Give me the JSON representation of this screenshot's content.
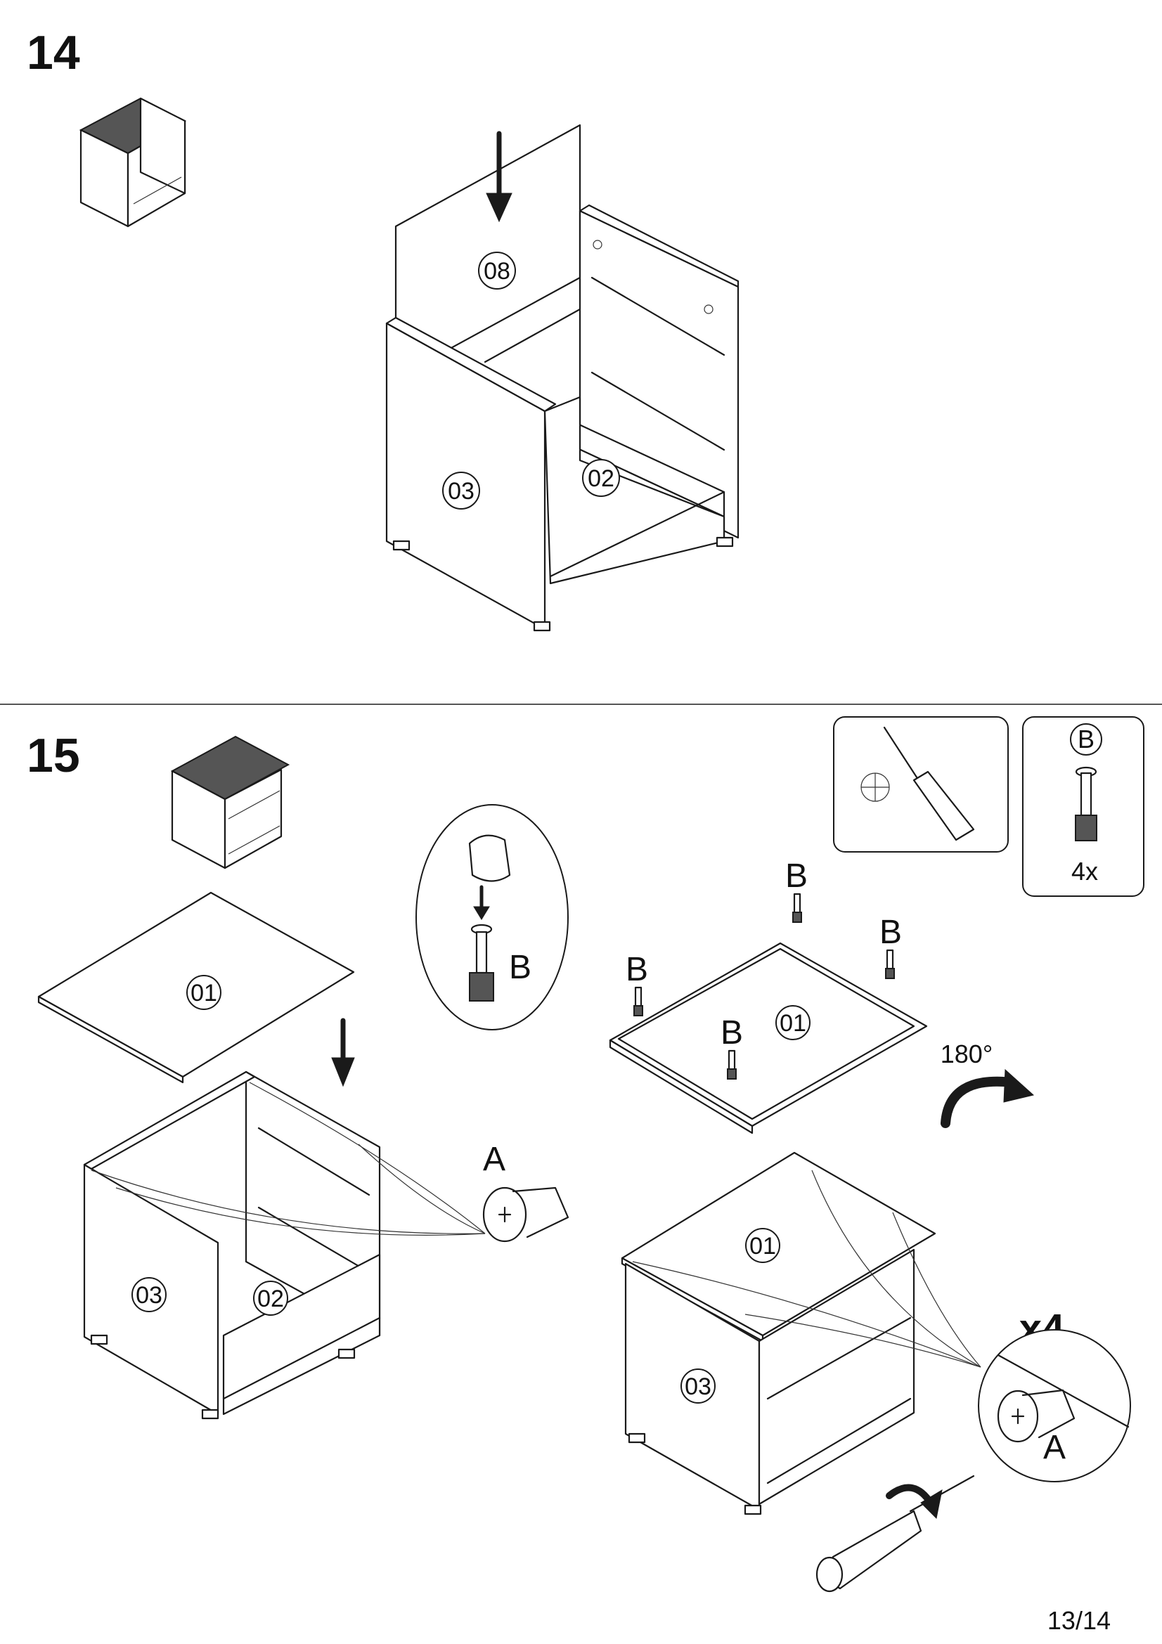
{
  "steps": [
    {
      "number": "14",
      "parts": [
        "08",
        "03",
        "02"
      ]
    },
    {
      "number": "15",
      "parts": [
        "01",
        "03",
        "02",
        "01",
        "01",
        "03"
      ],
      "rotation": "180°",
      "hardware_letters": [
        "A",
        "B",
        "A"
      ],
      "quantity_label": "x4",
      "hardware_box": {
        "label": "B",
        "count": "4x"
      }
    }
  ],
  "pin_labels": [
    "B",
    "B",
    "B",
    "B"
  ],
  "page_number": "13/14"
}
